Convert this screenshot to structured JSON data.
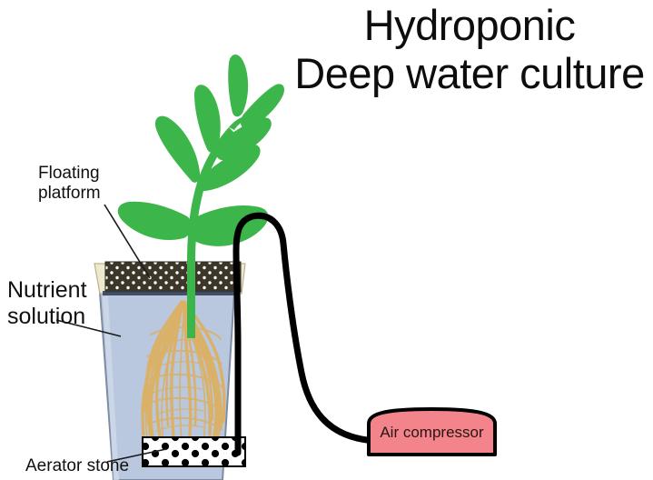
{
  "title": {
    "line1": "Hydroponic",
    "line2": "Deep water culture"
  },
  "labels": {
    "floating_platform": "Floating\nplatform",
    "nutrient_solution": "Nutrient\nsolution",
    "aerator_stone": "Aerator stone"
  },
  "equipment": {
    "air_compressor": "Air compressor"
  },
  "colors": {
    "plant_green": "#3cb54a",
    "roots_tan": "#dbb063",
    "water_blue": "#b9c8de",
    "platform_dark": "#3c3729",
    "platform_rim_cream": "#efe8cc",
    "compressor_pink": "#f4848c",
    "outline_black": "#000000",
    "background": "#ffffff"
  },
  "diagram": {
    "components": [
      "plant",
      "floating-platform",
      "nutrient-solution-tank",
      "roots",
      "aerator-stone",
      "air-tube",
      "air-compressor"
    ]
  }
}
